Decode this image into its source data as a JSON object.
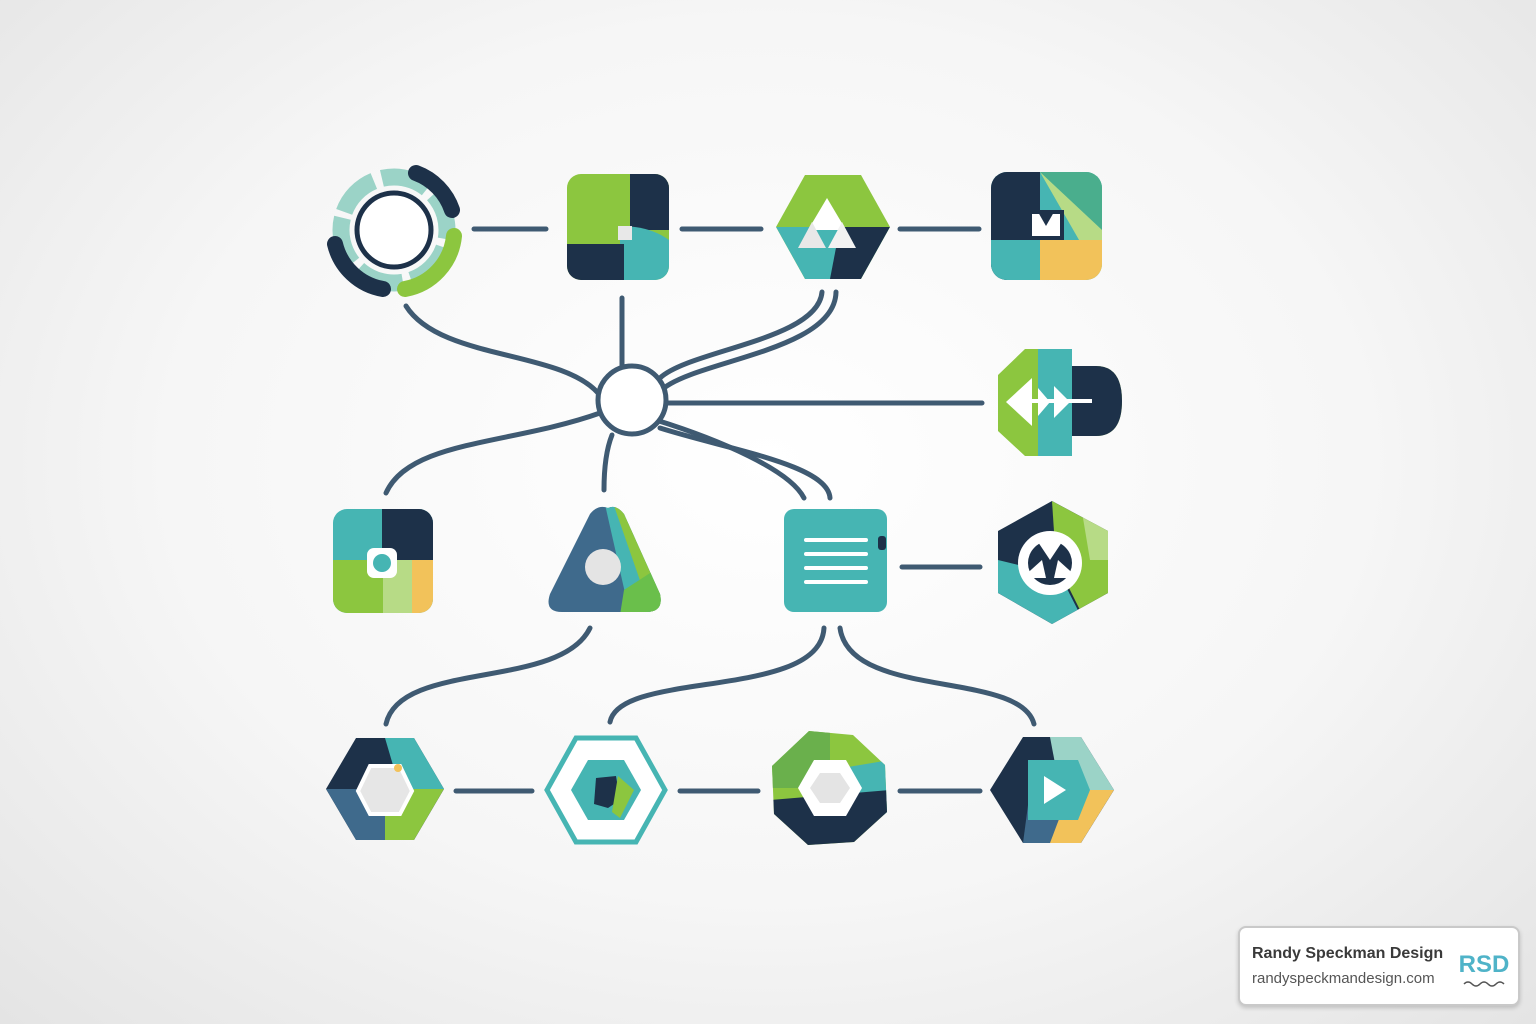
{
  "colors": {
    "navy": "#1d3149",
    "teal": "#46b5b3",
    "green": "#8cc63f",
    "light_green": "#b7db86",
    "mint": "#9bd3c7",
    "yellow": "#f2c25a",
    "slate_blue": "#3f6a8c",
    "connector": "#3f5a72",
    "logo_blue": "#4fb3c8"
  },
  "diagram": {
    "hub_icon": "circle-outline-hub-icon",
    "nodes": [
      {
        "id": "ring",
        "icon": "segmented-ring-icon"
      },
      {
        "id": "split-square",
        "icon": "split-square-icon"
      },
      {
        "id": "hexagon-triangles",
        "icon": "hexagon-triangles-icon"
      },
      {
        "id": "download-square",
        "icon": "download-square-icon"
      },
      {
        "id": "arrow-shield",
        "icon": "arrow-shield-icon"
      },
      {
        "id": "square-dot",
        "icon": "square-dot-icon"
      },
      {
        "id": "triangle-dot",
        "icon": "triangle-dot-icon"
      },
      {
        "id": "document",
        "icon": "document-lines-icon"
      },
      {
        "id": "hexagon-triad",
        "icon": "hexagon-triad-icon"
      },
      {
        "id": "hexagon-box",
        "icon": "hexagon-box-icon"
      },
      {
        "id": "hexagon-outline",
        "icon": "hexagon-outline-icon"
      },
      {
        "id": "octagon-hexagon",
        "icon": "octagon-hexagon-icon"
      },
      {
        "id": "hexagon-play",
        "icon": "hexagon-play-icon"
      }
    ]
  },
  "watermark": {
    "name": "Randy Speckman Design",
    "url": "randyspeckmandesign.com",
    "logo_text": "RSD"
  }
}
